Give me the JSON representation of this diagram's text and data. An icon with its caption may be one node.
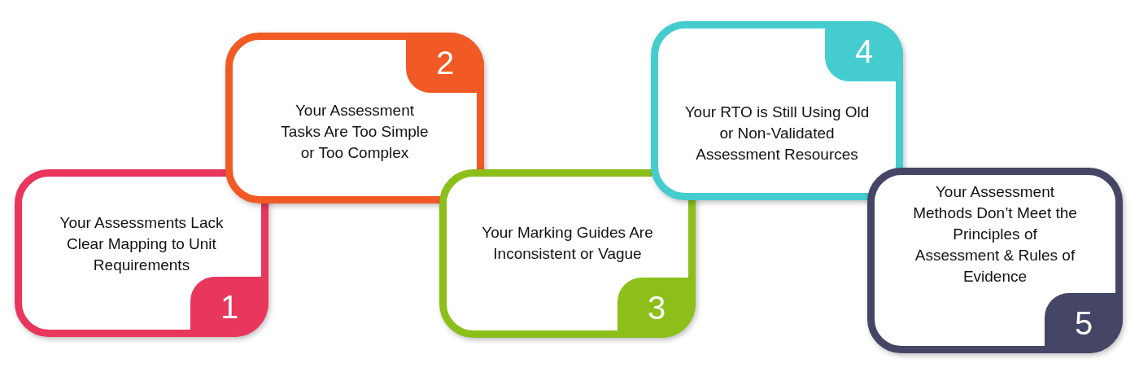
{
  "diagram": {
    "nodes": [
      {
        "text": [
          "Your Assessments Lack Clear Mapping to Unit Requirements",
          "1"
        ]
      },
      {
        "text": [
          "2",
          "Your Assessment Tasks Are Too Simple or Too Complex"
        ]
      },
      {
        "text": [
          "Your Marking Guides Are Inconsistent or Vague",
          "3"
        ]
      },
      {
        "text": [
          "4",
          "Your RTO is Still Using Old or Non-Validated Assessment Resources"
        ]
      },
      {
        "text": [
          "Your Assessment Methods Don’t Meet the Principles of Assessment & Rules of Evidence",
          "5"
        ]
      }
    ]
  }
}
